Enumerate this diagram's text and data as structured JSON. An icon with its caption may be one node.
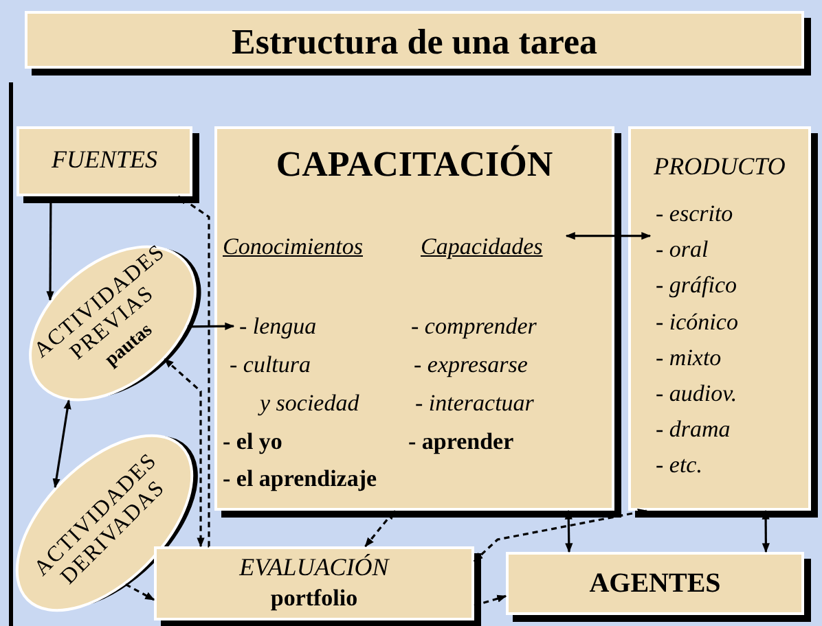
{
  "diagram": {
    "nodes": [
      {
        "text": [
          "Estructura de una tarea"
        ]
      },
      {
        "text": [
          "FUENTES"
        ]
      },
      {
        "text": [
          "CAPACITACIÓN",
          "Conocimientos",
          "Capacidades",
          "- lengua",
          "- comprender",
          "- cultura",
          "- expresarse",
          "y sociedad",
          "- interactuar",
          "- el yo",
          "- aprender",
          "- el aprendizaje"
        ]
      },
      {
        "text": [
          "PRODUCTO",
          "- escrito",
          "- oral",
          "- gráfico",
          "- icónico",
          "- mixto",
          "- audiov.",
          "- drama",
          "- etc."
        ]
      },
      {
        "text": [
          "ACTIVIDADES PREVIAS",
          "pautas"
        ]
      },
      {
        "text": [
          "ACTIVIDADES DERIVADAS"
        ]
      },
      {
        "text": [
          "EVALUACIÓN",
          "portfolio"
        ]
      },
      {
        "text": [
          "AGENTES"
        ]
      }
    ],
    "edges": [
      {
        "from": 1,
        "to": 4,
        "arrow": "to"
      },
      {
        "from": 4,
        "to": 2,
        "arrow": "to"
      },
      {
        "from": 4,
        "to": 5,
        "arrow": "both"
      },
      {
        "from": 6,
        "to": 1,
        "arrow": "to",
        "style": "dashed"
      },
      {
        "from": 4,
        "to": 6,
        "arrow": "both",
        "style": "dashed"
      },
      {
        "from": 5,
        "to": 6,
        "arrow": "to",
        "style": "dashed"
      },
      {
        "from": 6,
        "to": 2,
        "arrow": "both",
        "style": "dashed"
      },
      {
        "from": 6,
        "to": 3,
        "arrow": "both",
        "style": "dashed"
      },
      {
        "from": 6,
        "to": 7,
        "arrow": "to",
        "style": "dashed"
      },
      {
        "from": 2,
        "to": 7,
        "arrow": "both"
      },
      {
        "from": 3,
        "to": 7,
        "arrow": "both"
      },
      {
        "from": 2,
        "to": 3,
        "arrow": "both"
      }
    ]
  }
}
